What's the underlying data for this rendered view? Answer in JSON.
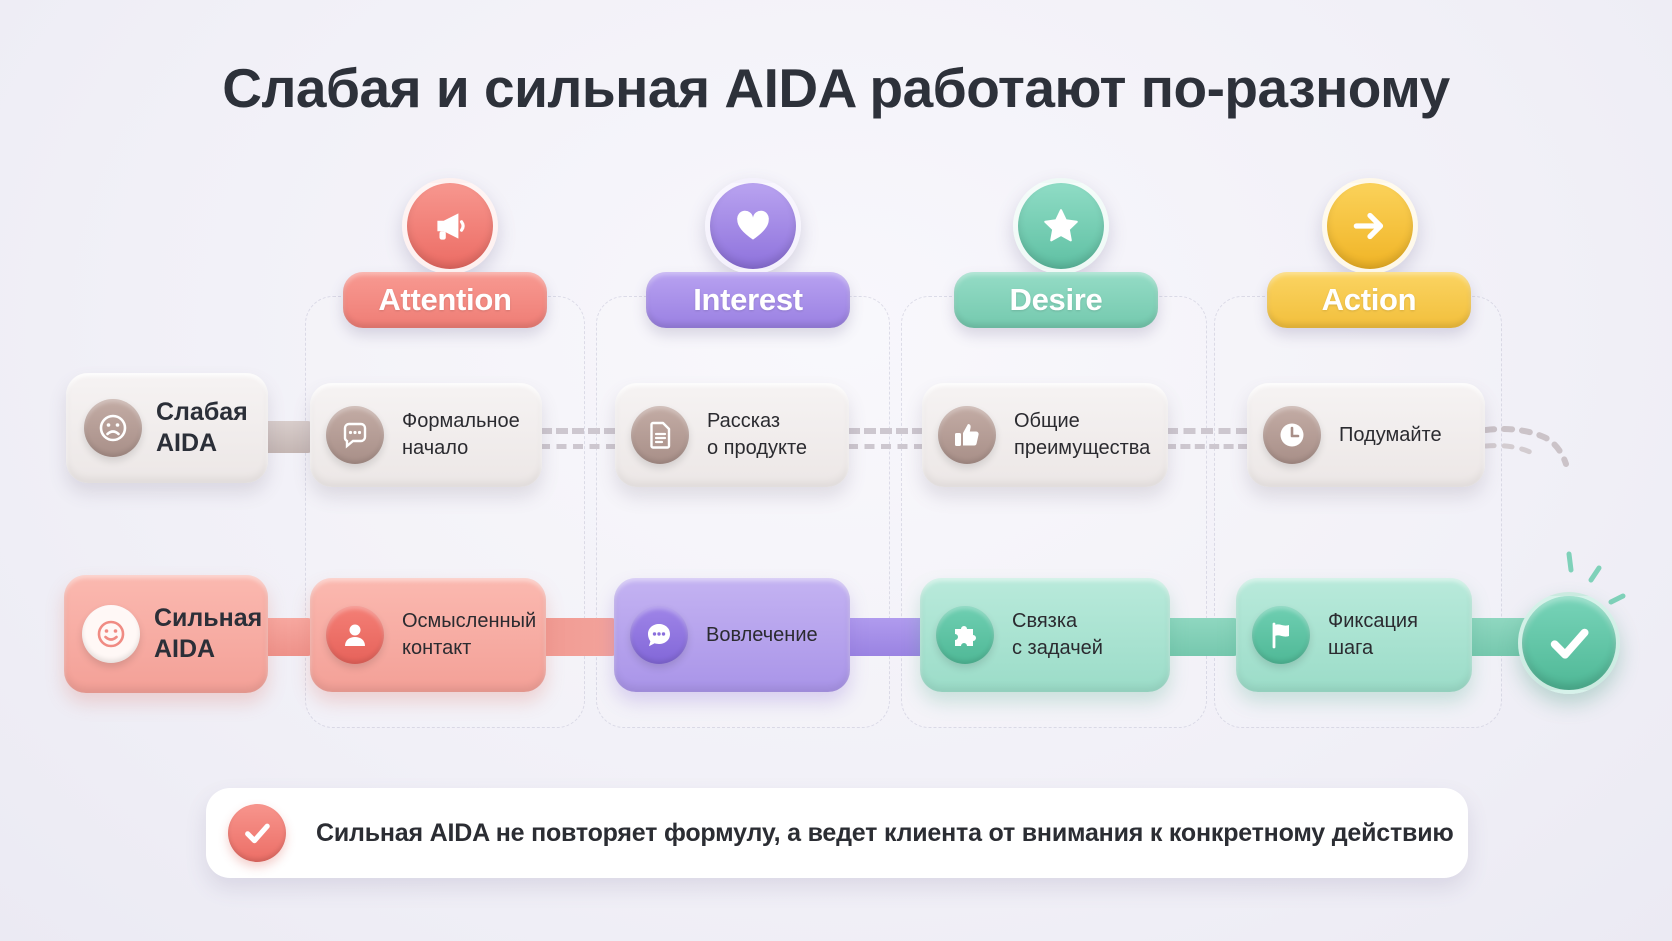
{
  "title": "Слабая и сильная AIDA работают по-разному",
  "stages": [
    {
      "label": "Attention",
      "icon": "megaphone-icon",
      "color": "#f2837b"
    },
    {
      "label": "Interest",
      "icon": "heart-icon",
      "color": "#a58de6"
    },
    {
      "label": "Desire",
      "icon": "star-icon",
      "color": "#7fd1b9"
    },
    {
      "label": "Action",
      "icon": "arrow-right-icon",
      "color": "#f4c745"
    }
  ],
  "weak": {
    "label": "Слабая\nAIDA",
    "icon": "sad-face-icon",
    "steps": [
      {
        "text": "Формальное\nначало",
        "icon": "chat-bubble-icon"
      },
      {
        "text": "Рассказ\nо продукте",
        "icon": "document-icon"
      },
      {
        "text": "Общие\nпреимущества",
        "icon": "thumbs-up-icon"
      },
      {
        "text": "Подумайте",
        "icon": "clock-icon"
      }
    ]
  },
  "strong": {
    "label": "Сильная\nAIDA",
    "icon": "smile-face-icon",
    "steps": [
      {
        "text": "Осмысленный\nконтакт",
        "icon": "user-icon"
      },
      {
        "text": "Вовлечение",
        "icon": "chat-bubble-icon"
      },
      {
        "text": "Связка\nс задачей",
        "icon": "puzzle-icon"
      },
      {
        "text": "Фиксация\nшага",
        "icon": "flag-icon"
      }
    ],
    "end_icon": "check-icon"
  },
  "banner": {
    "text": "Сильная AIDA не повторяет формулу, а ведет клиента от внимания к конкретному действию",
    "icon": "check-icon"
  },
  "colors": {
    "coral": "#f2837b",
    "purple": "#a58de6",
    "mint": "#7fd1b9",
    "yellow": "#f4c745",
    "weak_gray": "#ece7e6"
  }
}
